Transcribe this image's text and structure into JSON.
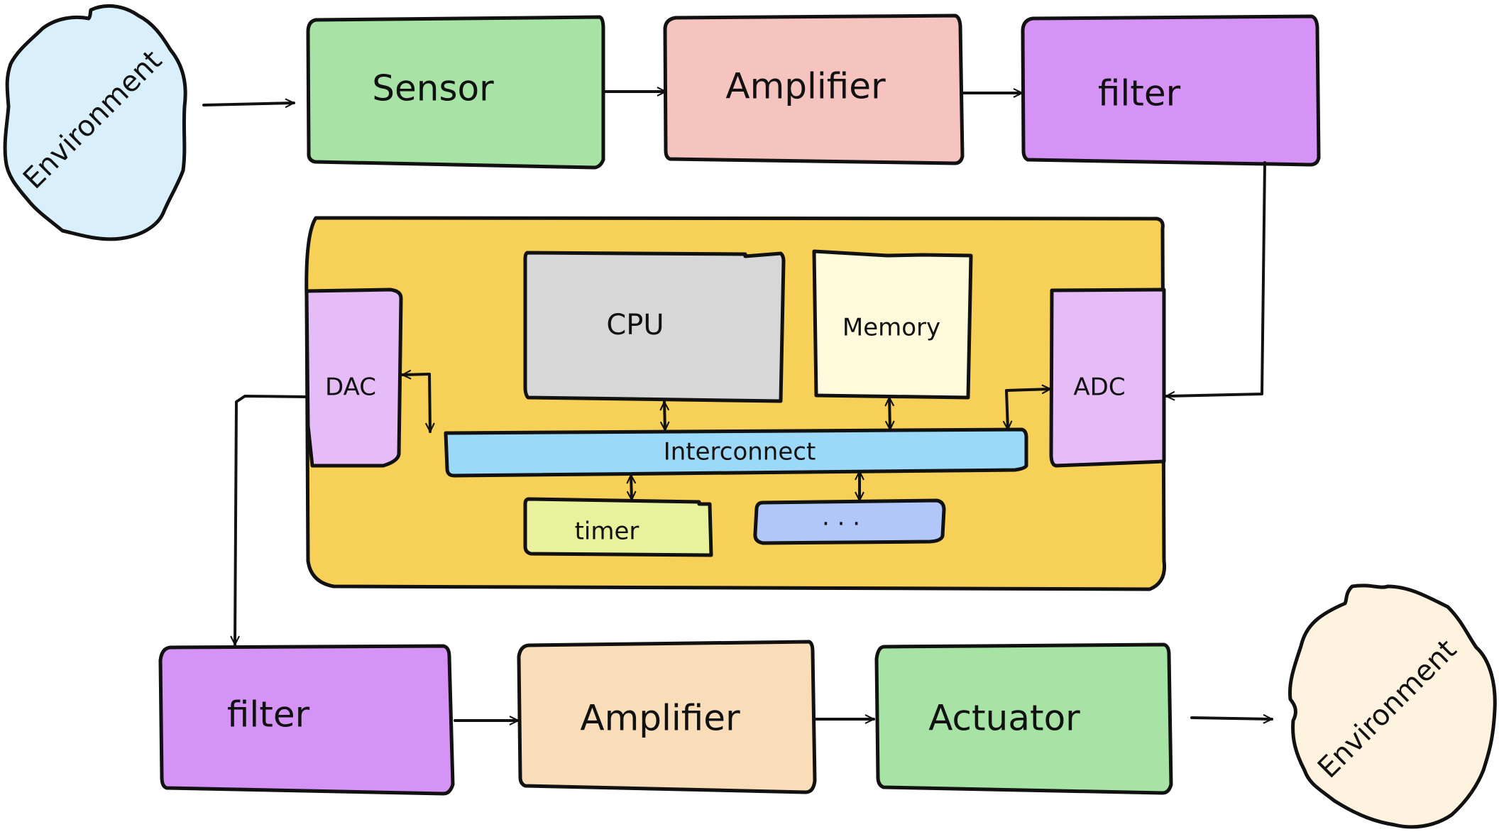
{
  "title": "Embedded system signal chain",
  "colors": {
    "environment_in": "#d9effb",
    "environment_out": "#fdf3de",
    "sensor": "#a6e3a4",
    "amplifier_in": "#f5c4bf",
    "filter": "#d593f6",
    "mcu": "#f6d057",
    "converter": "#e6bcf7",
    "cpu": "#d7d7d7",
    "memory": "#fefadb",
    "interconnect": "#9cd9f8",
    "timer": "#e8f29c",
    "other_peripheral": "#b1c7f9",
    "amplifier_out": "#f9ddb9",
    "actuator": "#a6e3a4",
    "stroke": "#111111"
  },
  "input_chain": {
    "environment": "Environment",
    "sensor": "Sensor",
    "amplifier": "Amplifier",
    "filter": "filter"
  },
  "microcontroller": {
    "dac": "DAC",
    "cpu": "CPU",
    "memory": "Memory",
    "adc": "ADC",
    "interconnect": "Interconnect",
    "timer": "timer",
    "other": ". . ."
  },
  "output_chain": {
    "filter": "filter",
    "amplifier": "Amplifier",
    "actuator": "Actuator",
    "environment": "Environment"
  },
  "connections": [
    {
      "from": "Environment",
      "to": "Sensor",
      "type": "arrow"
    },
    {
      "from": "Sensor",
      "to": "Amplifier",
      "type": "arrow"
    },
    {
      "from": "Amplifier",
      "to": "filter",
      "type": "arrow"
    },
    {
      "from": "filter",
      "to": "ADC",
      "type": "arrow"
    },
    {
      "from": "ADC",
      "to": "Interconnect",
      "type": "bidirectional"
    },
    {
      "from": "CPU",
      "to": "Interconnect",
      "type": "bidirectional"
    },
    {
      "from": "Memory",
      "to": "Interconnect",
      "type": "bidirectional"
    },
    {
      "from": "DAC",
      "to": "Interconnect",
      "type": "bidirectional"
    },
    {
      "from": "timer",
      "to": "Interconnect",
      "type": "bidirectional"
    },
    {
      "from": ". . .",
      "to": "Interconnect",
      "type": "bidirectional"
    },
    {
      "from": "DAC",
      "to": "filter",
      "type": "arrow"
    },
    {
      "from": "filter",
      "to": "Amplifier",
      "type": "arrow"
    },
    {
      "from": "Amplifier",
      "to": "Actuator",
      "type": "arrow"
    },
    {
      "from": "Actuator",
      "to": "Environment",
      "type": "arrow"
    }
  ]
}
